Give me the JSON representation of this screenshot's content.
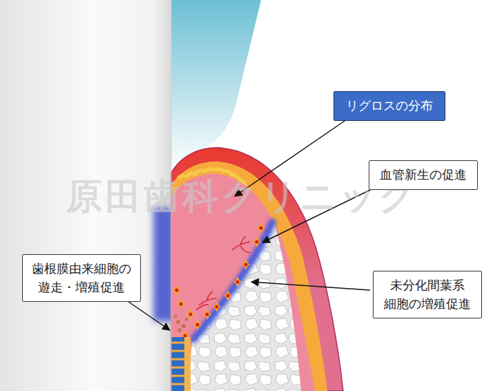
{
  "diagram": {
    "nodes": [
      {
        "text": [
          "リグロスの分布"
        ]
      },
      {
        "text": [
          "血管新生の促進"
        ]
      },
      {
        "text": [
          "歯根膜由来細胞の 遊走・増殖促進"
        ]
      },
      {
        "text": [
          "未分化間葉系 細胞の増殖促進"
        ]
      }
    ],
    "labels": [
      "原田歯科クリニック"
    ]
  }
}
